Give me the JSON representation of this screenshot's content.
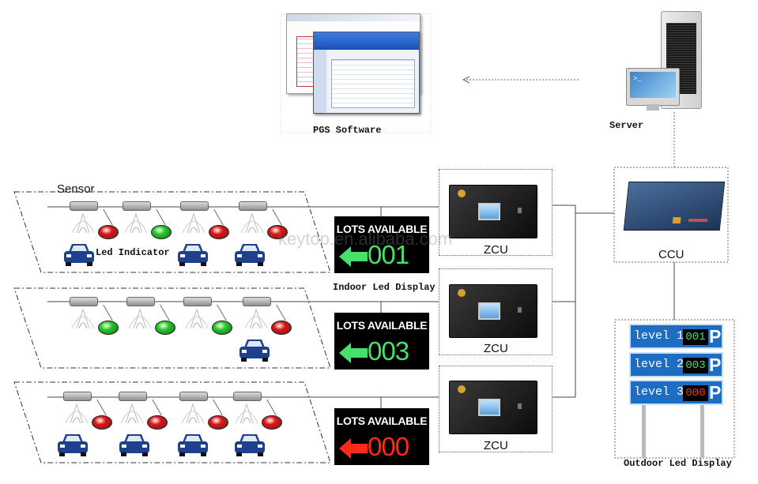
{
  "labels": {
    "pgs_software": "PGS Software",
    "server": "Server",
    "sensor": "Sensor",
    "led_indicator": "Led Indicator",
    "indoor_led_display": "Indoor Led Display",
    "outdoor_led_display": "Outdoor Led Display",
    "ccu": "CCU",
    "zcu": "ZCU"
  },
  "watermark": "keytop.en.alibaba.com",
  "indoor_displays": [
    {
      "title": "LOTS AVAILABLE",
      "number": "001",
      "color": "#46e06a"
    },
    {
      "title": "LOTS AVAILABLE",
      "number": "003",
      "color": "#46e06a"
    },
    {
      "title": "LOTS AVAILABLE",
      "number": "000",
      "color": "#ff2a1a"
    }
  ],
  "outdoor_display": [
    {
      "text": "level 1",
      "number": "001",
      "color": "#46e06a"
    },
    {
      "text": "level 2",
      "number": "003",
      "color": "#46e06a"
    },
    {
      "text": "level 3",
      "number": "000",
      "color": "#ff2a1a"
    }
  ],
  "floors": [
    {
      "indicators": [
        "red",
        "green",
        "red",
        "red"
      ],
      "cars": [
        1,
        3,
        4
      ]
    },
    {
      "indicators": [
        "green",
        "green",
        "green",
        "red"
      ],
      "cars": [
        4
      ]
    },
    {
      "indicators": [
        "red",
        "red",
        "red",
        "red"
      ],
      "cars": [
        1,
        2,
        3,
        4
      ]
    }
  ],
  "colors": {
    "indicator_red": "#e11212",
    "indicator_green": "#22cc22",
    "car_blue": "#1f3f8f",
    "sign_blue": "#1e6dc2"
  }
}
